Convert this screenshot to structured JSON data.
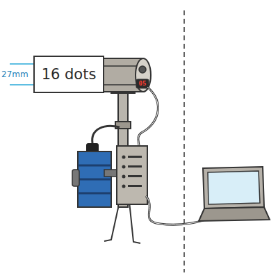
{
  "diagram": {
    "nodes": [
      {
        "text": [
          "16 dots"
        ]
      }
    ],
    "labels": [
      "27mm",
      "05"
    ]
  }
}
